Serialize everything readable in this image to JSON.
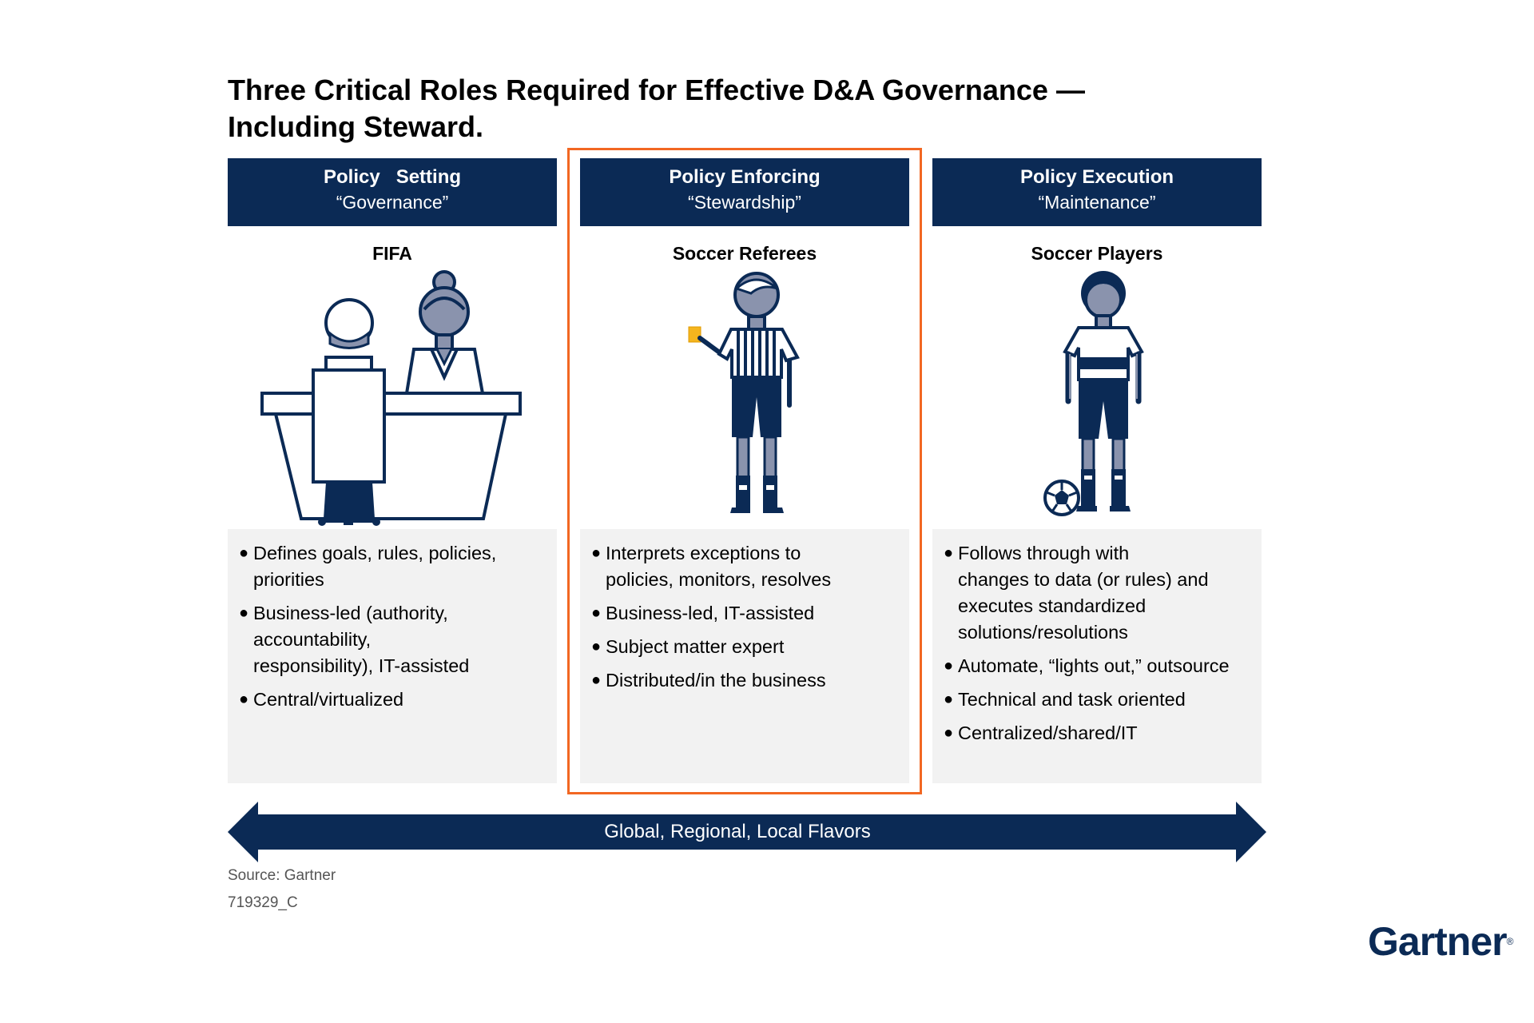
{
  "title": {
    "line1": "Three Critical Roles Required for Effective D&A Governance —",
    "line2": "Including Steward."
  },
  "highlight_color": "#f26722",
  "header_color": "#0b2a55",
  "columns": [
    {
      "header_title": "Policy   Setting",
      "header_sub": "“Governance”",
      "label": "FIFA",
      "illustration": "officials-at-desk-icon",
      "bullets": [
        "Defines goals, rules, policies,\npriorities",
        "Business-led (authority,\naccountability,\nresponsibility), IT-assisted",
        "Central/virtualized"
      ]
    },
    {
      "header_title": "Policy Enforcing",
      "header_sub": "“Stewardship”",
      "label": "Soccer Referees",
      "illustration": "referee-yellow-card-icon",
      "bullets": [
        "Interprets exceptions to\npolicies, monitors, resolves",
        "Business-led, IT-assisted",
        "Subject matter expert",
        "Distributed/in the business"
      ]
    },
    {
      "header_title": "Policy Execution",
      "header_sub": "“Maintenance”",
      "label": "Soccer Players",
      "illustration": "soccer-player-ball-icon",
      "bullets": [
        "Follows through with\nchanges to data (or rules) and\nexecutes standardized\nsolutions/resolutions",
        "Automate, “lights out,” outsource",
        "Technical and task oriented",
        "Centralized/shared/IT"
      ]
    }
  ],
  "arrow_label": "Global, Regional, Local Flavors",
  "source": "Source: Gartner",
  "doc_id": "719329_C",
  "logo": "Gartner"
}
